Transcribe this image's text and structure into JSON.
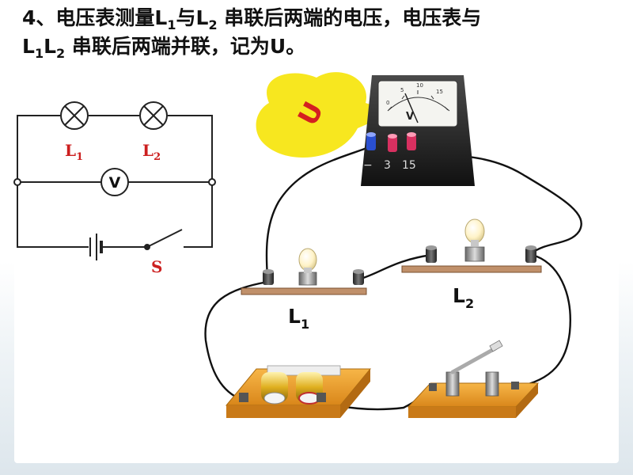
{
  "title": {
    "part1": "4、电压表测量",
    "L": "L",
    "sub1": "1",
    "conj": "与",
    "sub2": "2",
    "part2": " 串联后两端的电压，电压表与",
    "sub3": "1",
    "sub4": "2",
    "part3": " 串联后两端并联，记为",
    "U": "U",
    "end": "。"
  },
  "schematic": {
    "lamp1_label": "L",
    "lamp1_sub": "1",
    "lamp2_label": "L",
    "lamp2_sub": "2",
    "voltmeter_label": "V",
    "switch_label": "S"
  },
  "realistic": {
    "callout_label": "U",
    "meter_terminals": [
      "−",
      "3",
      "15"
    ],
    "meter_scale": [
      "0",
      "5",
      "10",
      "15"
    ],
    "meter_needle_label": "V",
    "bulb1_label": "L",
    "bulb1_sub": "1",
    "bulb2_label": "L",
    "bulb2_sub": "2"
  },
  "colors": {
    "schematic_label": "#cc1f1f",
    "board": "#f0a030",
    "callout": "#f7e71f",
    "wire": "#111111"
  }
}
